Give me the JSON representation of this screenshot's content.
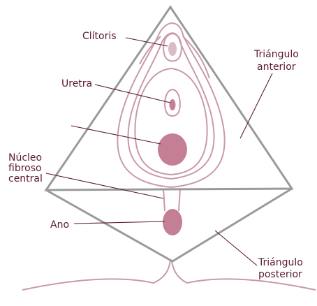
{
  "labels": {
    "clitoris": "Clítoris",
    "uretra": "Uretra",
    "nucleo_1": "Núcleo",
    "nucleo_2": "fibroso",
    "nucleo_3": "central",
    "ano": "Ano",
    "tri_ant_1": "Triángulo",
    "tri_ant_2": "anterior",
    "tri_post_1": "Triángulo",
    "tri_post_2": "posterior"
  },
  "colors": {
    "label": "#5a1a2e",
    "triangle": "#9a9a9a",
    "fold": "#c99aa8",
    "organ": "#c47f95"
  }
}
